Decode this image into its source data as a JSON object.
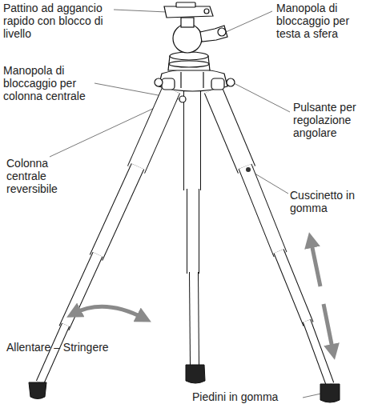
{
  "diagram": {
    "labels": [
      "Pattino ad aggancio rapido con blocco di livello",
      "Manopola di bloccaggio per testa a sfera",
      "Manopola di bloccaggio per colonna centrale",
      "Pulsante per regolazione angolare",
      "Colonna centrale reversibile",
      "Cuscinetto in gomma",
      "Allentare – Stringere",
      "Piedini in gomma"
    ]
  }
}
